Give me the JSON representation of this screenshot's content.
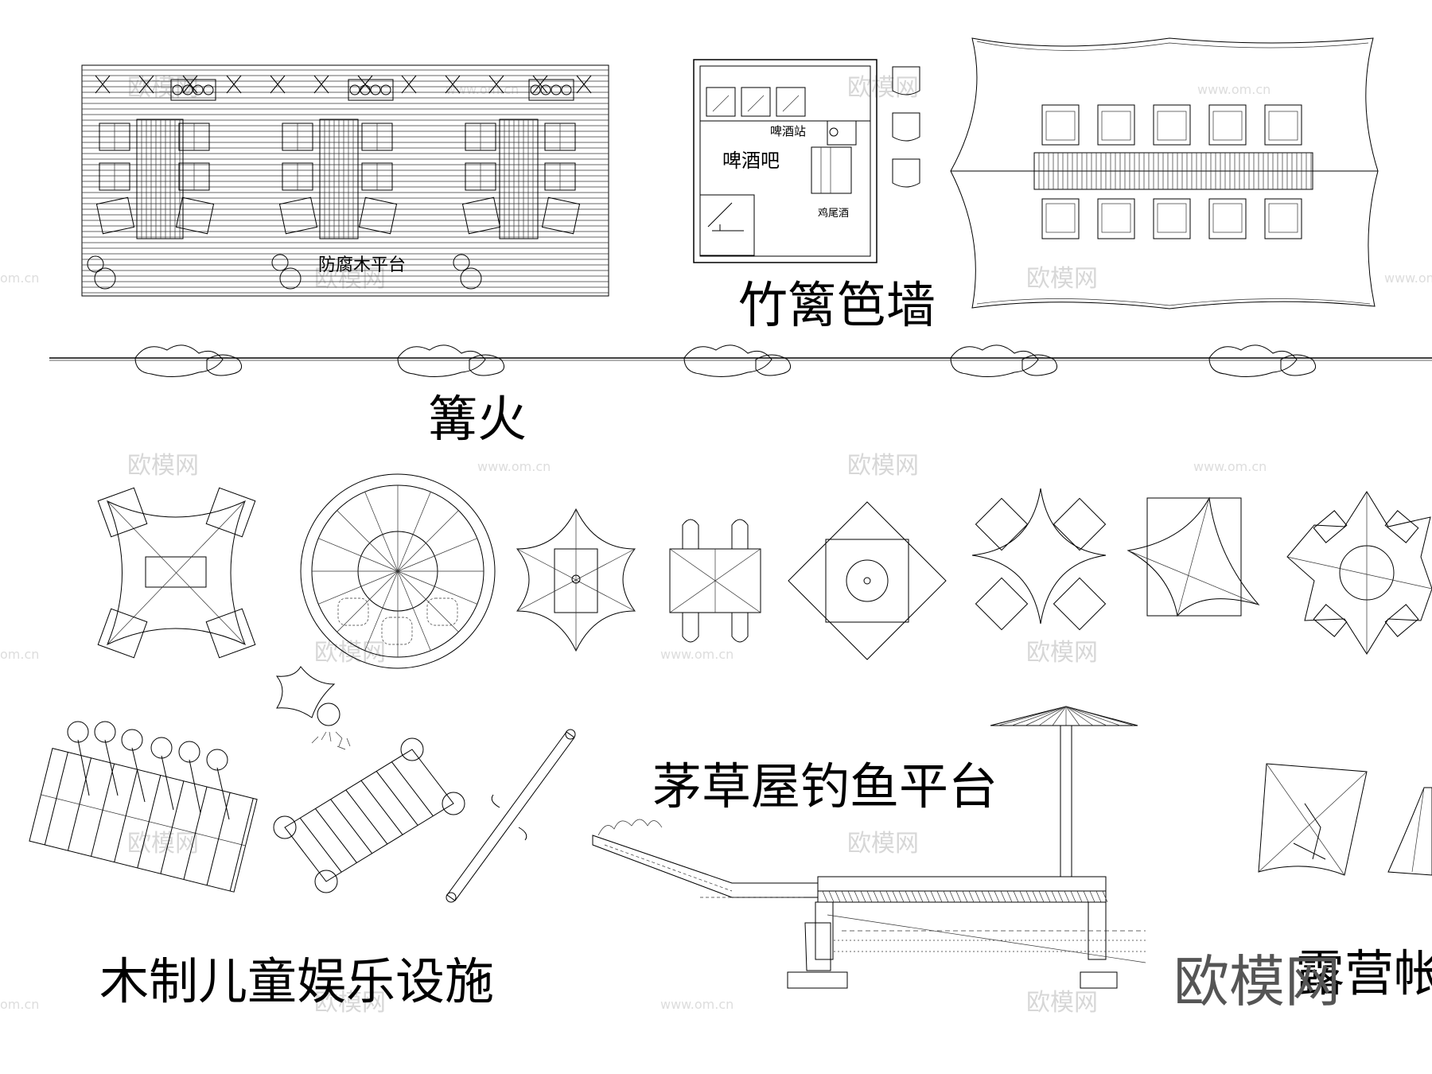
{
  "labels": {
    "deck": "防腐木平台",
    "beer_station": "啤酒站",
    "beer_bar": "啤酒吧",
    "cocktail": "鸡尾酒",
    "bamboo_fence": "竹篱笆墙",
    "bonfire": "篝火",
    "thatched_fishing": "茅草屋钓鱼平台",
    "kids_play": "木制儿童娱乐设施",
    "camping_tent": "露营帐"
  },
  "watermark": {
    "brand": "欧模网",
    "url": "www.om.cn",
    "url_fragment": "om.cn"
  },
  "colors": {
    "line": "#000000",
    "watermark": "#d7d7d7",
    "logo": "#555555"
  }
}
